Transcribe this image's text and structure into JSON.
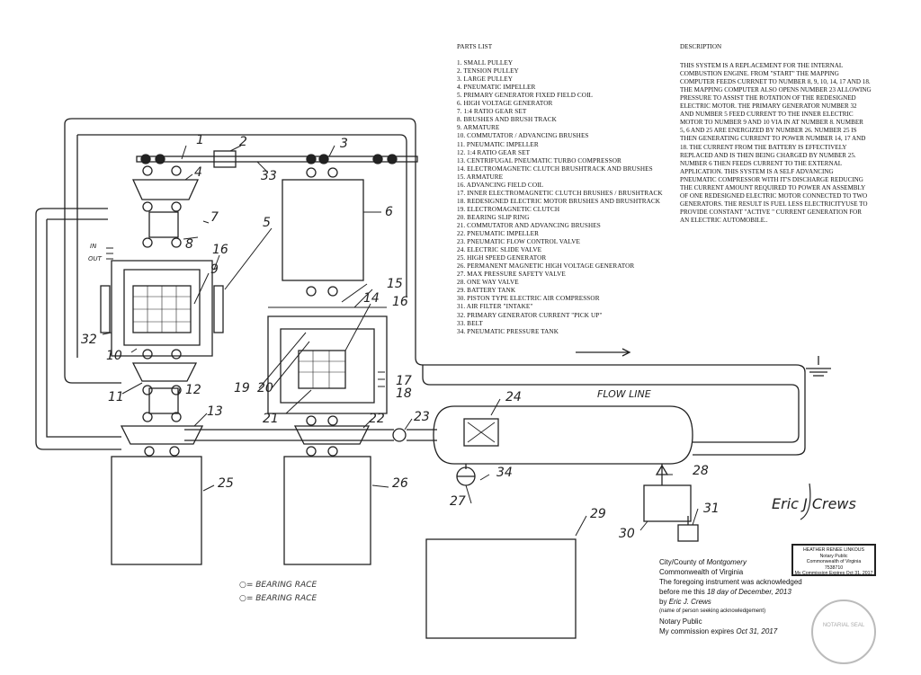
{
  "parts_list": {
    "title": "PARTS LIST",
    "items": [
      "1.  SMALL PULLEY",
      "2.  TENSION PULLEY",
      "3.  LARGE PULLEY",
      "4.  PNEUMATIC IMPELLER",
      "5.  PRIMARY GENERATOR FIXED FIELD COIL",
      "6.  HIGH VOLTAGE GENERATOR",
      "7.  1:4 RATIO GEAR SET",
      "8.  BRUSHES AND BRUSH TRACK",
      "9.  ARMATURE",
      "10. COMMUTATOR / ADVANCING BRUSHES",
      "11. PNEUMATIC IMPELLER",
      "12.  1:4 RATIO GEAR SET",
      "13. CENTRIFUGAL PNEUMATIC TURBO COMPRESSOR",
      "14. ELECTROMAGNETIC CLUTCH BRUSHTRACK AND BRUSHES",
      "15. ARMATURE",
      "16. ADVANCING FIELD COIL",
      "17. INNER ELECTROMAGNETIC CLUTCH BRUSHES / BRUSHTRACK",
      "18. REDESIGNED ELECTRIC MOTOR BRUSHES AND BRUSHTRACK",
      "19. ELECTROMAGNETIC CLUTCH",
      "20. BEARING SLIP RING",
      "21. COMMUTATOR AND ADVANCING BRUSHES",
      "22. PNEUMATIC IMPELLER",
      "23. PNEUMATIC FLOW CONTROL VALVE",
      "24. ELECTRIC SLIDE VALVE",
      "25. HIGH SPEED GENERATOR",
      "26. PERMANENT MAGNETIC HIGH VOLTAGE GENERATOR",
      "27. MAX PRESSURE SAFETY VALVE",
      "28. ONE WAY VALVE",
      "29. BATTERY TANK",
      "30. PISTON TYPE ELECTRIC AIR COMPRESSOR",
      "31. AIR FILTER  \"INTAKE\"",
      "32. PRIMARY GENERATOR CURRENT  \"PICK UP\"",
      "33. BELT",
      "34. PNEUMATIC PRESSURE TANK"
    ]
  },
  "description": {
    "title": "DESCRIPTION",
    "lines": [
      "THIS SYSTEM IS A REPLACEMENT FOR THE INTERNAL",
      "COMBUSTION ENGINE. FROM \"START\" THE MAPPING",
      "COMPUTER FEEDS CURRNET TO NUMBER 8, 9, 10, 14, 17 AND 18.",
      "THE MAPPING COMPUTER ALSO OPENS NUMBER 23 ALLOWING",
      "PRESSURE TO ASSIST THE ROTATION OF THE REDESIGNED",
      "ELECTRIC MOTOR. THE PRIMARY GENERATOR NUMBER 32",
      "AND NUMBER 5 FEED CURRENT TO THE INNER ELECTRIC",
      "MOTOR  TO NUMBER 9 AND 10 VIA IN AT NUMBER 8.   NUMBER",
      "5, 6 AND 25 ARE ENERGIZED BY NUMBER 26.  NUMBER 25 IS",
      "THEN GENERATING CURRENT TO POWER NUMBER 14, 17 AND",
      "18.  THE CURRENT FROM THE BATTERY IS EFFECTIVELY",
      "REPLACED AND IS THEN BEING CHARGED BY NUMBER 25.",
      "NUMBER 6 THEN FEEDS CURRENT TO THE EXTERNAL",
      "APPLICATION.  THIS SYSTEM IS A SELF ADVANCING",
      "PNEUMATIC COMPRESSOR WITH IT'S DISCHARGE REDUCING",
      "THE CURRENT AMOUNT REQUIRED TO POWER AN ASSEMBLY",
      "OF ONE REDESIGNED ELECTRIC MOTOR CONNECTED TO TWO",
      "GENERATORS.  THE RESULT IS FUEL LESS ELECTRICITYUSE TO",
      "PROVIDE CONSTANT \"ACTIVE \" CURRENT GENERATION FOR",
      "AN ELECTRIC AUTOMOBILE.."
    ]
  },
  "diagram_labels": {
    "n1": "1",
    "n2": "2",
    "n3": "3",
    "n4": "4",
    "n5": "5",
    "n6": "6",
    "n7": "7",
    "n8": "8",
    "n9": "9",
    "n10": "10",
    "n11": "11",
    "n12": "12",
    "n13": "13",
    "n14": "14",
    "n15": "15",
    "n16a": "16",
    "n16b": "16",
    "n17": "17",
    "n18": "18",
    "n19": "19",
    "n20": "20",
    "n21": "21",
    "n22": "22",
    "n23": "23",
    "n24": "24",
    "n25": "25",
    "n26": "26",
    "n27": "27",
    "n28": "28",
    "n29": "29",
    "n30": "30",
    "n31": "31",
    "n32": "32",
    "n33": "33",
    "n34": "34",
    "in": "IN",
    "out": "OUT",
    "flow_line": "FLOW LINE"
  },
  "legend": {
    "line1": "○= BEARING RACE",
    "line2": "○= BEARING RACE"
  },
  "signature": "Eric J Crews",
  "notary": {
    "city": "City/County of",
    "city_value": "Montgomery",
    "commonwealth": "Commonwealth of Virginia",
    "ack": "The foregoing instrument was acknowledged",
    "before": "before me this",
    "date_value": "18 day of December, 2013",
    "by": "by",
    "by_value": "Eric J. Crews",
    "name_note": "(name of person seeking acknowledgement)",
    "public": "Notary Public",
    "expires": "My commission expires",
    "expires_value": "Oct 31, 2017"
  },
  "notary_stamp": {
    "name": "HEATHER RENEE LINKOUS",
    "title": "Notary Public",
    "state": "Commonwealth of Virginia",
    "reg": "7538710",
    "expires": "My Commission Expires Oct 31, 2017"
  },
  "seal_text": "NOTARIAL SEAL"
}
